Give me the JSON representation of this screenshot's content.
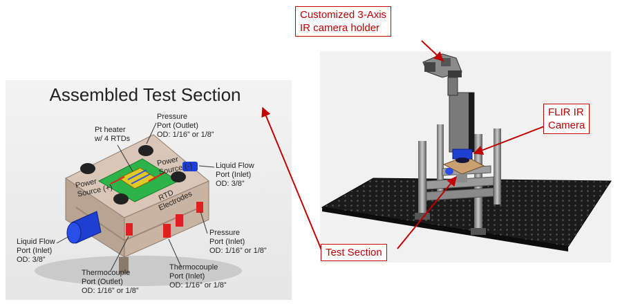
{
  "left_panel": {
    "title": "Assembled Test Section",
    "labels": {
      "pressure_outlet": [
        "Pressure",
        "Port (Outlet)",
        "OD: 1/16” or 1/8”"
      ],
      "pt_heater": [
        "Pt heater",
        "w/ 4 RTDs"
      ],
      "liquid_flow_right": [
        "Liquid Flow",
        "Port (Inlet)",
        "OD: 3/8”"
      ],
      "power_source_plus": [
        "Power",
        "Source (+)"
      ],
      "power_source_minus": [
        "Power",
        "Source (-)"
      ],
      "rtd_electrodes": [
        "RTD",
        "Electrodes"
      ],
      "pressure_inlet": [
        "Pressure",
        "Port (Inlet)",
        "OD: 1/16” or 1/8”"
      ],
      "liquid_flow_left": [
        "Liquid Flow",
        "Port (Inlet)",
        "OD: 3/8”"
      ],
      "thermocouple_outlet": [
        "Thermocouple",
        "Port (Outlet)",
        "OD: 1/16” or 1/8”"
      ],
      "thermocouple_inlet": [
        "Thermocouple",
        "Port (Inlet)",
        "OD: 1/16” or 1/8”"
      ]
    }
  },
  "callouts": {
    "camera_holder": [
      "Customized 3-Axis",
      "IR camera holder"
    ],
    "flir_camera": [
      "FLIR IR",
      "Camera"
    ],
    "test_section": [
      "Test Section"
    ]
  },
  "colors": {
    "callout": "#c00000",
    "base_plate": "#1b1b1b",
    "block": "#cdb8a8",
    "heater": "#2db34a",
    "blue_fitting": "#1f3fd0",
    "red_fitting": "#e02020"
  }
}
